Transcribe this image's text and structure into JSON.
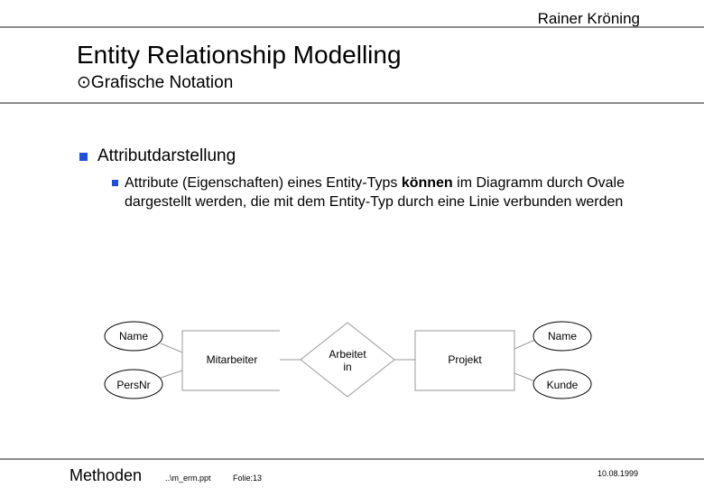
{
  "header": {
    "author": "Rainer Kröning",
    "title": "Entity Relationship Modelling",
    "subtitle_icon": "circled-dot-icon",
    "subtitle": "Grafische Notation"
  },
  "content": {
    "bullet1": "Attributdarstellung",
    "bullet2_pre": "Attribute (Eigenschaften) eines Entity-Typs ",
    "bullet2_bold": "können",
    "bullet2_post": " im Diagramm durch Ovale dargestellt werden, die mit dem Entity-Typ durch eine Linie verbunden werden",
    "bullet_color": "#1f4fe0"
  },
  "diagram": {
    "entity_left": "Mitarbeiter",
    "attrs_left": [
      "Name",
      "PersNr"
    ],
    "relationship_line1": "Arbeitet",
    "relationship_line2": "in",
    "entity_right": "Projekt",
    "attrs_right": [
      "Name",
      "Kunde"
    ]
  },
  "footer": {
    "course": "Methoden",
    "file": "..\\m_erm.ppt",
    "slide": "Folie:13",
    "date": "10.08.1999"
  }
}
